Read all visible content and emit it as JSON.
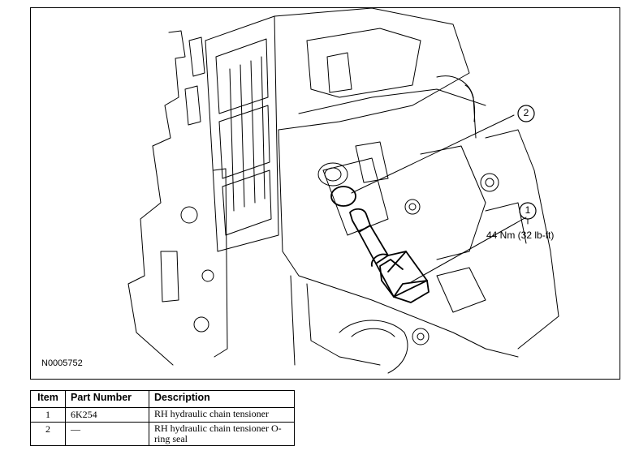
{
  "figure": {
    "id_label": "N0005752",
    "callouts": [
      {
        "number": "2"
      },
      {
        "number": "1",
        "torque": "44 Nm (32 lb-ft)"
      }
    ]
  },
  "table": {
    "headers": [
      "Item",
      "Part Number",
      "Description"
    ],
    "rows": [
      {
        "item": "1",
        "part_number": "6K254",
        "description": "RH hydraulic chain tensioner"
      },
      {
        "item": "2",
        "part_number": "—",
        "description": "RH hydraulic chain tensioner O-ring seal"
      }
    ]
  }
}
